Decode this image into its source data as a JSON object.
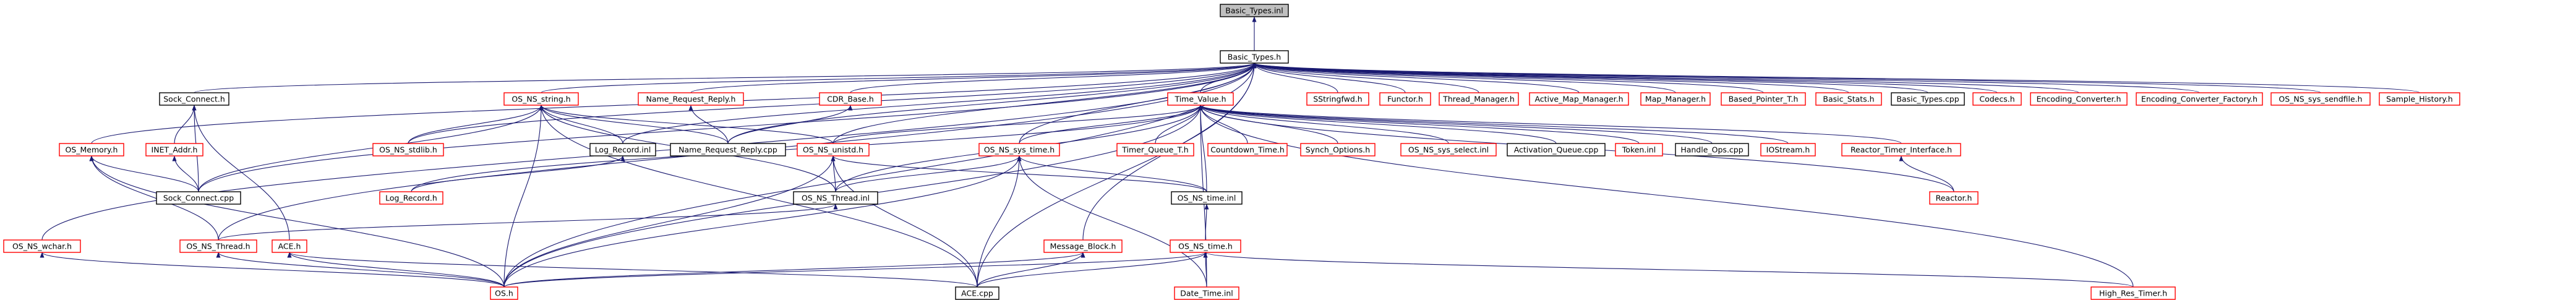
{
  "colors": {
    "edge": "#191970",
    "text": "#000000",
    "red_border": "#ff0000",
    "black_border": "#000000",
    "root_fill": "#bfbfbf",
    "node_fill": "#ffffff"
  },
  "nodes": [
    {
      "id": "basic_types_inl",
      "label": "Basic_Types.inl",
      "style": "root"
    },
    {
      "id": "basic_types_h",
      "label": "Basic_Types.h",
      "style": "black"
    },
    {
      "id": "sock_connect_h",
      "label": "Sock_Connect.h",
      "style": "black"
    },
    {
      "id": "os_ns_string_h",
      "label": "OS_NS_string.h",
      "style": "red"
    },
    {
      "id": "name_request_reply_h",
      "label": "Name_Request_Reply.h",
      "style": "red"
    },
    {
      "id": "cdr_base_h",
      "label": "CDR_Base.h",
      "style": "red"
    },
    {
      "id": "time_value_h",
      "label": "Time_Value.h",
      "style": "red"
    },
    {
      "id": "sstringfwd_h",
      "label": "SStringfwd.h",
      "style": "red"
    },
    {
      "id": "functor_h",
      "label": "Functor.h",
      "style": "red"
    },
    {
      "id": "thread_manager_h",
      "label": "Thread_Manager.h",
      "style": "red"
    },
    {
      "id": "active_map_manager_h",
      "label": "Active_Map_Manager.h",
      "style": "red"
    },
    {
      "id": "map_manager_h",
      "label": "Map_Manager.h",
      "style": "red"
    },
    {
      "id": "based_pointer_t_h",
      "label": "Based_Pointer_T.h",
      "style": "red"
    },
    {
      "id": "basic_stats_h",
      "label": "Basic_Stats.h",
      "style": "red"
    },
    {
      "id": "basic_types_cpp",
      "label": "Basic_Types.cpp",
      "style": "black"
    },
    {
      "id": "codecs_h",
      "label": "Codecs.h",
      "style": "red"
    },
    {
      "id": "encoding_converter_h",
      "label": "Encoding_Converter.h",
      "style": "red"
    },
    {
      "id": "encoding_converter_factory_h",
      "label": "Encoding_Converter_Factory.h",
      "style": "red"
    },
    {
      "id": "os_ns_sys_sendfile_h",
      "label": "OS_NS_sys_sendfile.h",
      "style": "red"
    },
    {
      "id": "sample_history_h",
      "label": "Sample_History.h",
      "style": "red"
    },
    {
      "id": "os_memory_h",
      "label": "OS_Memory.h",
      "style": "red"
    },
    {
      "id": "inet_addr_h",
      "label": "INET_Addr.h",
      "style": "red"
    },
    {
      "id": "os_ns_stdlib_h",
      "label": "OS_NS_stdlib.h",
      "style": "red"
    },
    {
      "id": "log_record_inl",
      "label": "Log_Record.inl",
      "style": "black"
    },
    {
      "id": "name_request_reply_cpp",
      "label": "Name_Request_Reply.cpp",
      "style": "black"
    },
    {
      "id": "os_ns_unistd_h",
      "label": "OS_NS_unistd.h",
      "style": "red"
    },
    {
      "id": "os_ns_sys_time_h",
      "label": "OS_NS_sys_time.h",
      "style": "red"
    },
    {
      "id": "timer_queue_t_h",
      "label": "Timer_Queue_T.h",
      "style": "red"
    },
    {
      "id": "countdown_time_h",
      "label": "Countdown_Time.h",
      "style": "red"
    },
    {
      "id": "synch_options_h",
      "label": "Synch_Options.h",
      "style": "red"
    },
    {
      "id": "os_ns_sys_select_inl",
      "label": "OS_NS_sys_select.inl",
      "style": "red"
    },
    {
      "id": "activation_queue_cpp",
      "label": "Activation_Queue.cpp",
      "style": "black"
    },
    {
      "id": "token_inl",
      "label": "Token.inl",
      "style": "red"
    },
    {
      "id": "handle_ops_cpp",
      "label": "Handle_Ops.cpp",
      "style": "black"
    },
    {
      "id": "iostream_h",
      "label": "IOStream.h",
      "style": "red"
    },
    {
      "id": "reactor_timer_interface_h",
      "label": "Reactor_Timer_Interface.h",
      "style": "red"
    },
    {
      "id": "sock_connect_cpp",
      "label": "Sock_Connect.cpp",
      "style": "black"
    },
    {
      "id": "log_record_h",
      "label": "Log_Record.h",
      "style": "red"
    },
    {
      "id": "os_ns_thread_inl",
      "label": "OS_NS_Thread.inl",
      "style": "black"
    },
    {
      "id": "os_ns_time_inl",
      "label": "OS_NS_time.inl",
      "style": "black"
    },
    {
      "id": "reactor_h",
      "label": "Reactor.h",
      "style": "red"
    },
    {
      "id": "os_ns_wchar_h",
      "label": "OS_NS_wchar.h",
      "style": "red"
    },
    {
      "id": "os_ns_thread_h",
      "label": "OS_NS_Thread.h",
      "style": "red"
    },
    {
      "id": "ace_h",
      "label": "ACE.h",
      "style": "red"
    },
    {
      "id": "message_block_h",
      "label": "Message_Block.h",
      "style": "red"
    },
    {
      "id": "os_ns_time_h",
      "label": "OS_NS_time.h",
      "style": "red"
    },
    {
      "id": "os_h",
      "label": "OS.h",
      "style": "red"
    },
    {
      "id": "ace_cpp",
      "label": "ACE.cpp",
      "style": "black"
    },
    {
      "id": "date_time_inl",
      "label": "Date_Time.inl",
      "style": "red"
    },
    {
      "id": "high_res_timer_h",
      "label": "High_Res_Timer.h",
      "style": "red"
    }
  ]
}
